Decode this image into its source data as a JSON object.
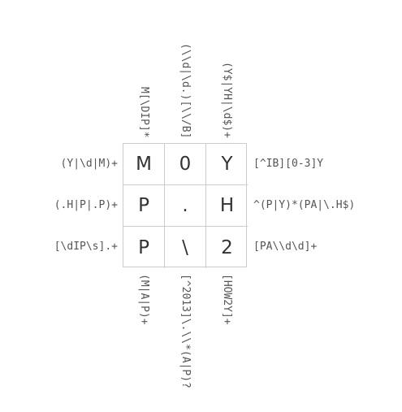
{
  "puzzle": {
    "cells": [
      [
        "M",
        "0",
        "Y"
      ],
      [
        "P",
        ".",
        "H"
      ],
      [
        "P",
        "\\",
        "2"
      ]
    ],
    "row_clues_left": [
      "(Y|\\d|M)+",
      "(.H|P|.P)+",
      "[\\dIP\\s].+"
    ],
    "row_clues_right": [
      "[^IB][0-3]Y",
      "^(P|Y)*(PA|\\.H$)",
      "[PA\\\\d\\d]+"
    ],
    "col_clues_top": [
      "M[\\DIP]*",
      "(\\\\d|\\d.)[\\\\/B]",
      "(Y$|YH|\\d$)+"
    ],
    "col_clues_bottom": [
      "(M|A|P)+",
      "[^2013]\\.\\\\*(A|P)?",
      "[HOW2Y]+"
    ]
  }
}
